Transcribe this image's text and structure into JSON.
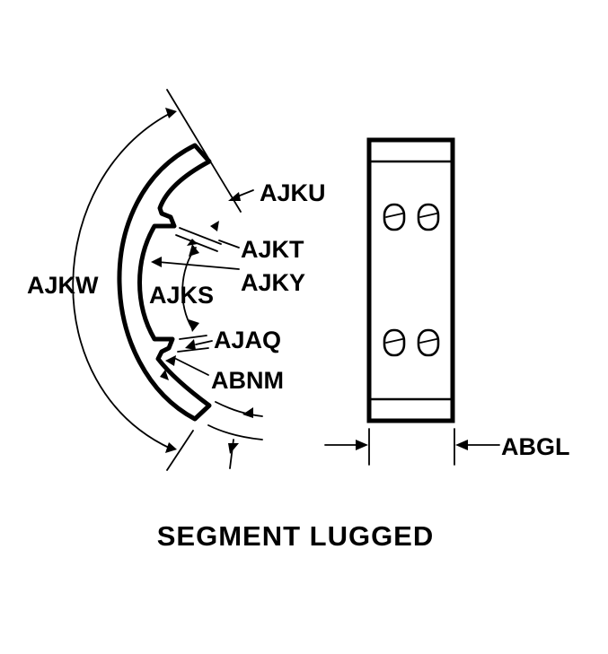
{
  "labels": {
    "ajku": "AJKU",
    "ajkt": "AJKT",
    "ajky": "AJKY",
    "ajkw": "AJKW",
    "ajks": "AJKS",
    "ajaq": "AJAQ",
    "abnm": "ABNM",
    "abgl": "ABGL"
  },
  "caption": "SEGMENT LUGGED"
}
